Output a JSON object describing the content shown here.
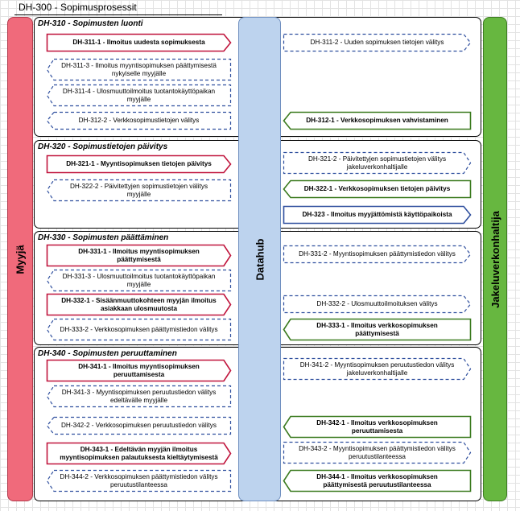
{
  "page_title": "DH-300 - Sopimusprosessit",
  "lanes": {
    "seller": "Myyjä",
    "datahub": "Datahub",
    "distributor": "Jakeluverkonhaltija"
  },
  "colors": {
    "seller": "#f06a7b",
    "datahub": "#bdd3ee",
    "distributor": "#67b740",
    "seller_stroke": "#c0143c",
    "datahub_stroke": "#2f4f9e",
    "distributor_stroke": "#3a7a1e"
  },
  "sections": [
    {
      "title": "DH-310 - Sopimusten luonti"
    },
    {
      "title": "DH-320 - Sopimustietojen päivitys"
    },
    {
      "title": "DH-330 - Sopimusten päättäminen"
    },
    {
      "title": "DH-340 - Sopimusten peruuttaminen"
    }
  ],
  "messages": [
    {
      "id": "m1",
      "text": "DH-311-1 - Ilmoitus uudesta sopimuksesta"
    },
    {
      "id": "m2",
      "text": "DH-311-2 - Uuden sopimuksen tietojen välitys"
    },
    {
      "id": "m3",
      "text": "DH-311-3 - Ilmoitus myyntisopimuksen päättymisestä nykyiselle myyjälle"
    },
    {
      "id": "m4",
      "text": "DH-311-4 - Ulosmuuttoilmoitus tuotantokäyttöpaikan myyjälle"
    },
    {
      "id": "m5",
      "text": "DH-312-1 - Verkkosopimuksen vahvistaminen"
    },
    {
      "id": "m6",
      "text": "DH-312-2 - Verkkosopimustietojen välitys"
    },
    {
      "id": "m7",
      "text": "DH-321-1 - Myyntisopimuksen tietojen päivitys"
    },
    {
      "id": "m8",
      "text": "DH-321-2 - Päivitettyjen sopimustietojen välitys jakeluverkonhaltijalle"
    },
    {
      "id": "m9",
      "text": "DH-322-1 - Verkkosopimuksen tietojen päivitys"
    },
    {
      "id": "m10",
      "text": "DH-322-2 - Päivitettyjen sopimustietojen välitys myyjälle"
    },
    {
      "id": "m11",
      "text": "DH-323 - Ilmoitus myyjättömistä käyttöpaikoista"
    },
    {
      "id": "m12",
      "text": "DH-331-1 - Ilmoitus myyntisopimuksen päättymisestä"
    },
    {
      "id": "m13",
      "text": "DH-331-2 - Myyntisopimuksen päättymistiedon välitys"
    },
    {
      "id": "m14",
      "text": "DH-331-3 - Ulosmuuttoilmoitus tuotantokäyttöpaikan myyjälle"
    },
    {
      "id": "m15",
      "text": "DH-332-1 - Sisäänmuuttokohteen myyjän ilmoitus asiakkaan ulosmuutosta"
    },
    {
      "id": "m16",
      "text": "DH-332-2 - Ulosmuuttoilmoituksen välitys"
    },
    {
      "id": "m17",
      "text": "DH-333-1 - Ilmoitus verkkosopimuksen päättymisestä"
    },
    {
      "id": "m18",
      "text": "DH-333-2 - Verkkosopimuksen päättymistiedon välitys"
    },
    {
      "id": "m19",
      "text": "DH-341-1 - Ilmoitus myyntisopimuksen peruuttamisesta"
    },
    {
      "id": "m20",
      "text": "DH-341-2 - Myyntisopimuksen peruutustiedon välitys jakeluverkonhaltijalle"
    },
    {
      "id": "m21",
      "text": "DH-341-3 - Myyntisopimuksen peruutustiedon välitys edeltävälle myyjälle"
    },
    {
      "id": "m22",
      "text": "DH-342-1 - Ilmoitus verkkosopimuksen peruuttamisesta"
    },
    {
      "id": "m23",
      "text": "DH-342-2 - Verkkosopimuksen peruutustiedon välitys"
    },
    {
      "id": "m24",
      "text": "DH-343-1 - Edeltävän myyjän ilmoitus myyntisopimuksen palautuksesta kieltäytymisestä"
    },
    {
      "id": "m25",
      "text": "DH-343-2 - Myyntisopimuksen päättymistiedon välitys peruutustilanteessa"
    },
    {
      "id": "m26",
      "text": "DH-344-1 - Ilmoitus verkkosopimuksen päättymisestä peruutustilanteessa"
    },
    {
      "id": "m27",
      "text": "DH-344-2 - Verkkosopimuksen päättymistiedon välitys peruutustilanteessa"
    }
  ]
}
